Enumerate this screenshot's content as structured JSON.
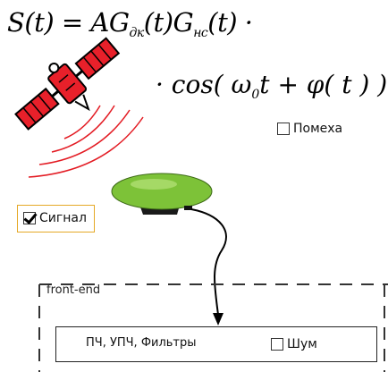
{
  "formula": {
    "line1": {
      "main": "S(t) = AG",
      "sub1": "дк",
      "mid": "(t)G",
      "sub2": "нс",
      "tail": "(t) ·"
    },
    "line2": {
      "text": "· cos( ω",
      "sub": "0",
      "tail": "t + φ( t ) )"
    }
  },
  "interference": {
    "label": "Помеха",
    "checked": false
  },
  "signal": {
    "label": "Сигнал",
    "checked": true
  },
  "frontend": {
    "label": "front-end",
    "box_label": "ПЧ, УПЧ, Фильтры",
    "noise": {
      "label": "Шум",
      "checked": false
    }
  },
  "colors": {
    "satellite_body": "#e8202a",
    "signal_waves": "#e31b23",
    "antenna_dome": "#7dc238",
    "checkbox_highlight": "#e5a826",
    "frontend_border": "#222222"
  }
}
